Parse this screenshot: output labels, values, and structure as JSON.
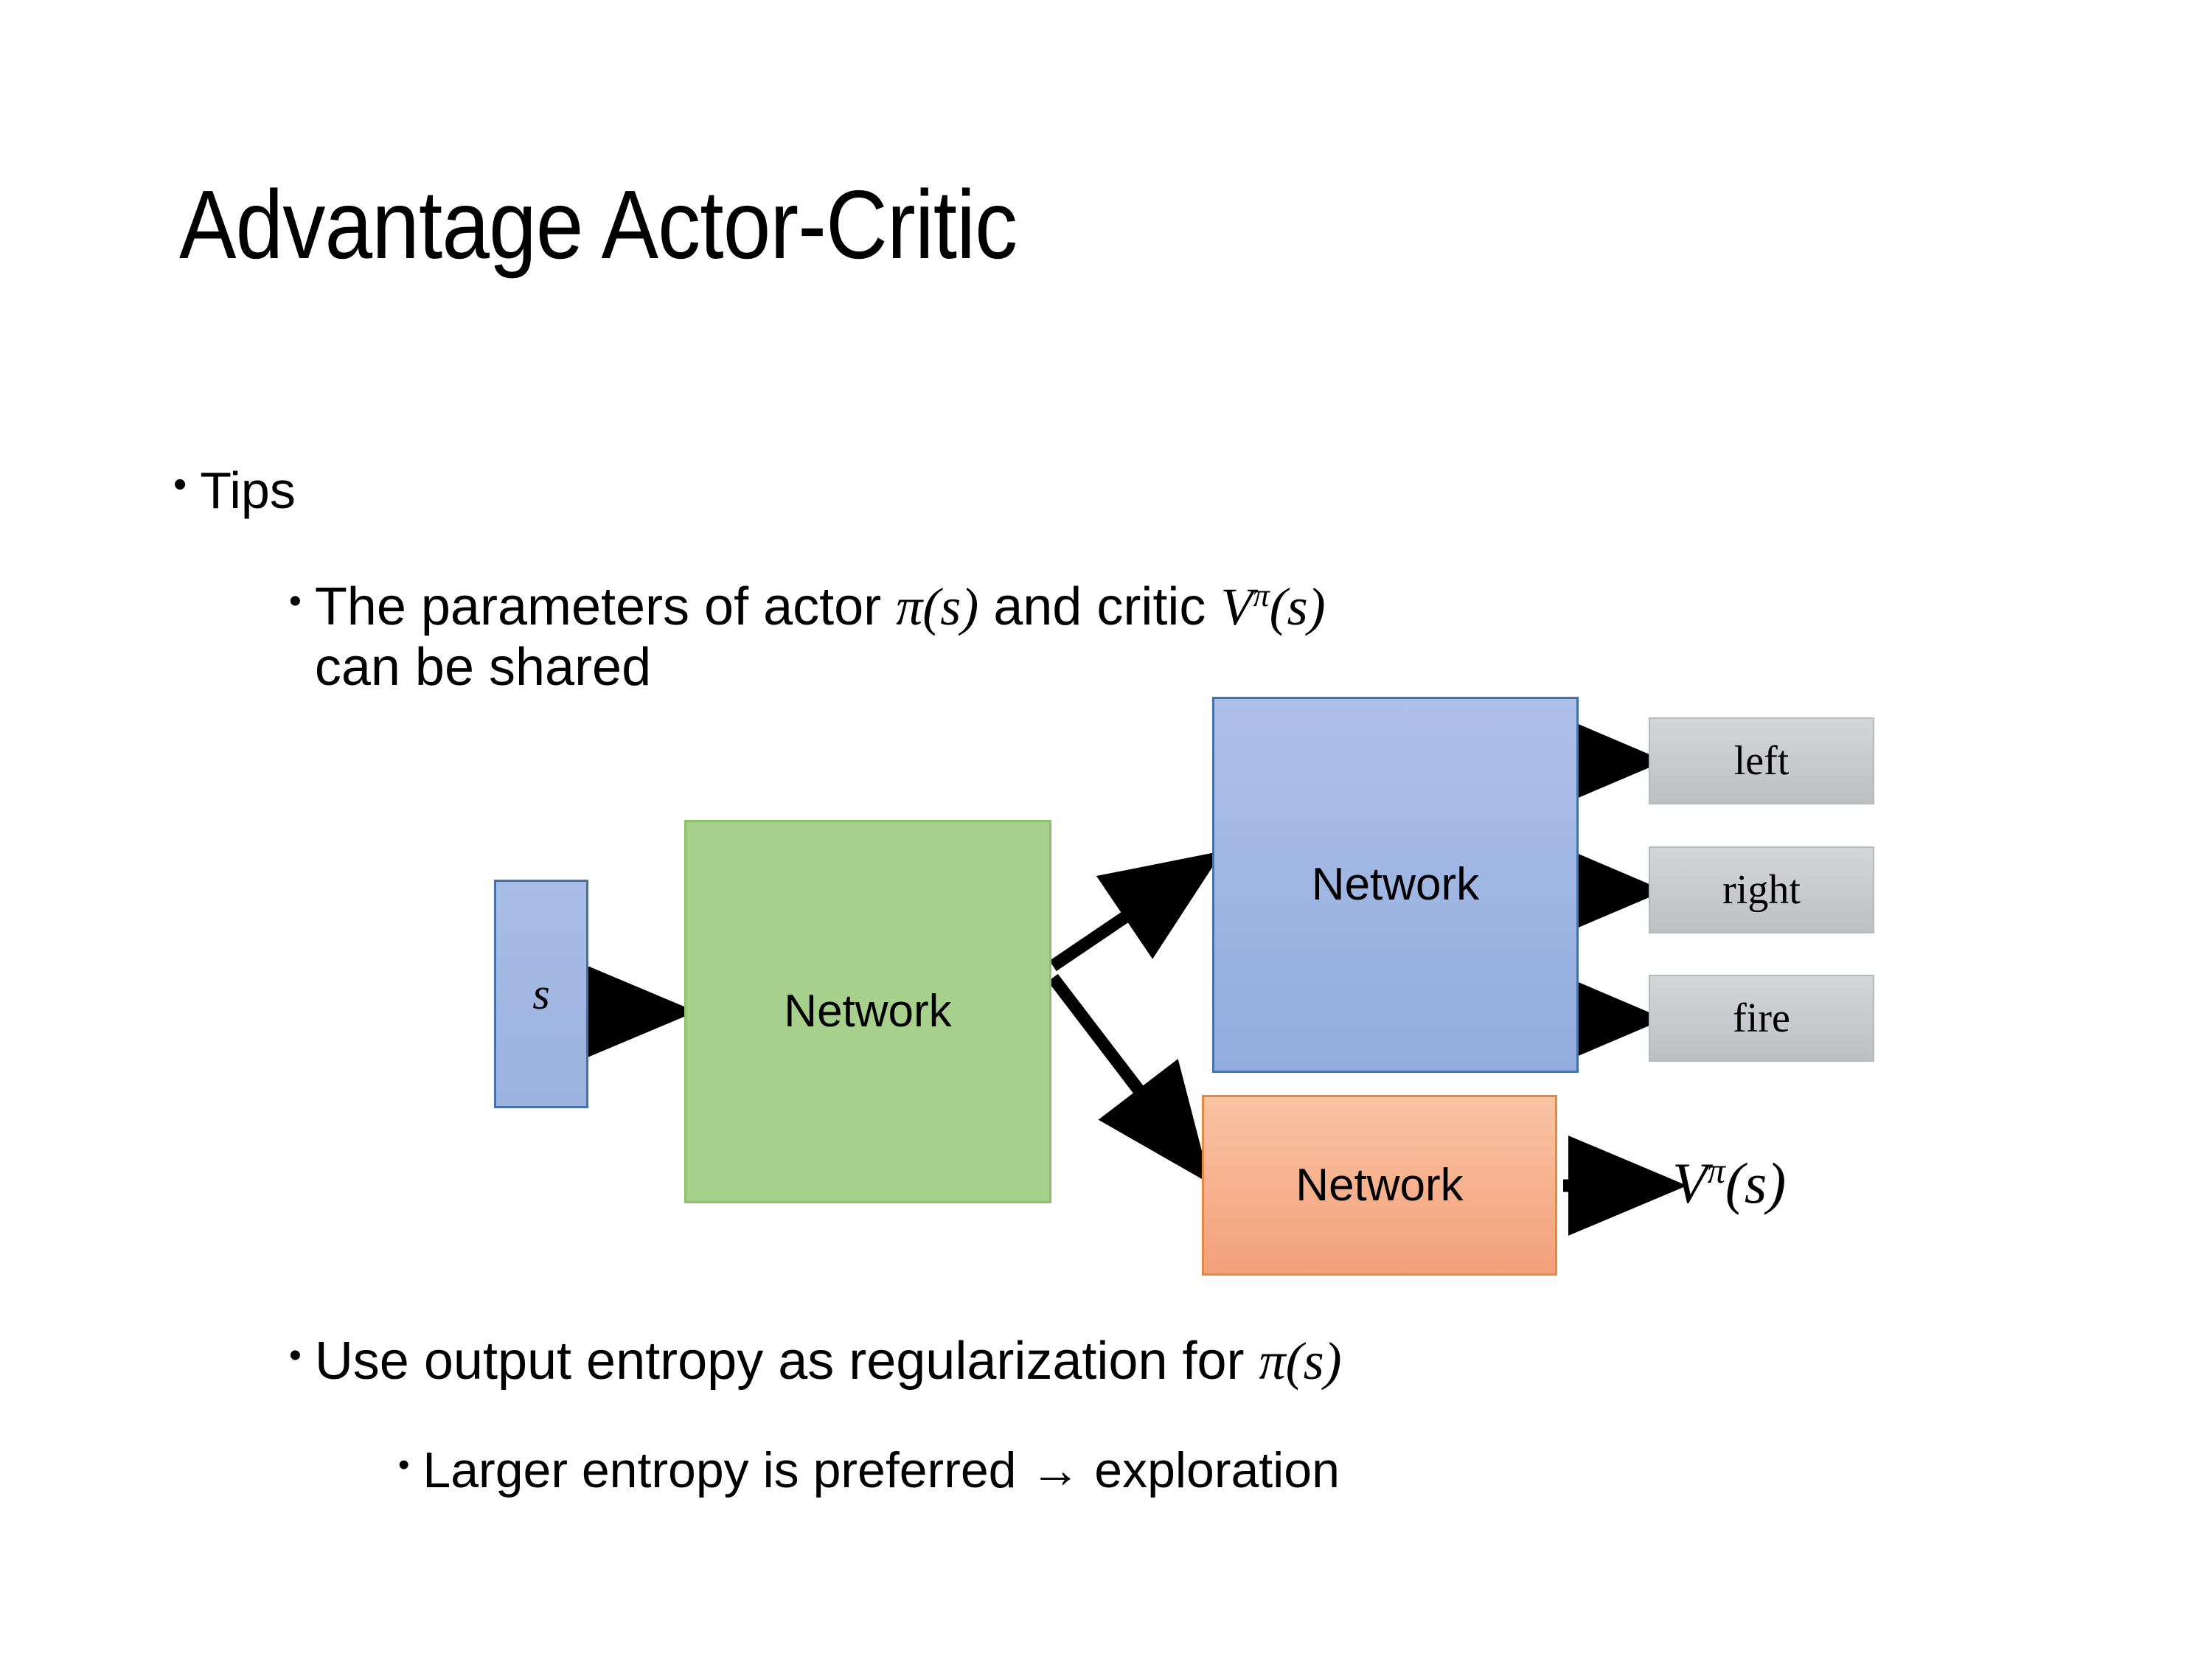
{
  "slide": {
    "title": "Advantage Actor-Critic",
    "background_color": "#FFFFFF"
  },
  "bullets": {
    "tips": {
      "marker": "•",
      "text": "Tips"
    },
    "shared_params": {
      "marker": "•",
      "text_part1": "The parameters of actor ",
      "math_actor": "π(s)",
      "text_part2": "  and critic ",
      "math_critic_base": "V",
      "math_critic_sup": "π",
      "math_critic_arg": "(s)",
      "text_part3": "can be shared",
      "full_text": "The parameters of actor π(s)  and critic Vπ(s) can be shared"
    },
    "entropy": {
      "marker": "•",
      "text_part1": "Use output entropy as regularization for ",
      "math": "π(s)",
      "full_text": "Use output entropy as regularization for π(s)"
    },
    "larger_entropy": {
      "marker": "•",
      "text": "Larger entropy is preferred → exploration"
    }
  },
  "diagram": {
    "state_box": {
      "label": "s",
      "fill": "#9CB2DF",
      "border": "#4472A8"
    },
    "shared_network": {
      "label": "Network",
      "fill": "#A8D08D",
      "border": "#8CC169"
    },
    "actor_network": {
      "label": "Network",
      "fill": "#9CB2DF",
      "border": "#4472A8"
    },
    "critic_network": {
      "label": "Network",
      "fill": "#F3A07A",
      "border": "#E8873F"
    },
    "actions": [
      {
        "label": "left",
        "fill": "#C6CACD"
      },
      {
        "label": "right",
        "fill": "#C6CACD"
      },
      {
        "label": "fire",
        "fill": "#C6CACD"
      }
    ],
    "value_output": {
      "base": "V",
      "superscript": "π",
      "argument": "(s)",
      "full": "Vπ(s)"
    },
    "arrow_color": "#000000"
  }
}
